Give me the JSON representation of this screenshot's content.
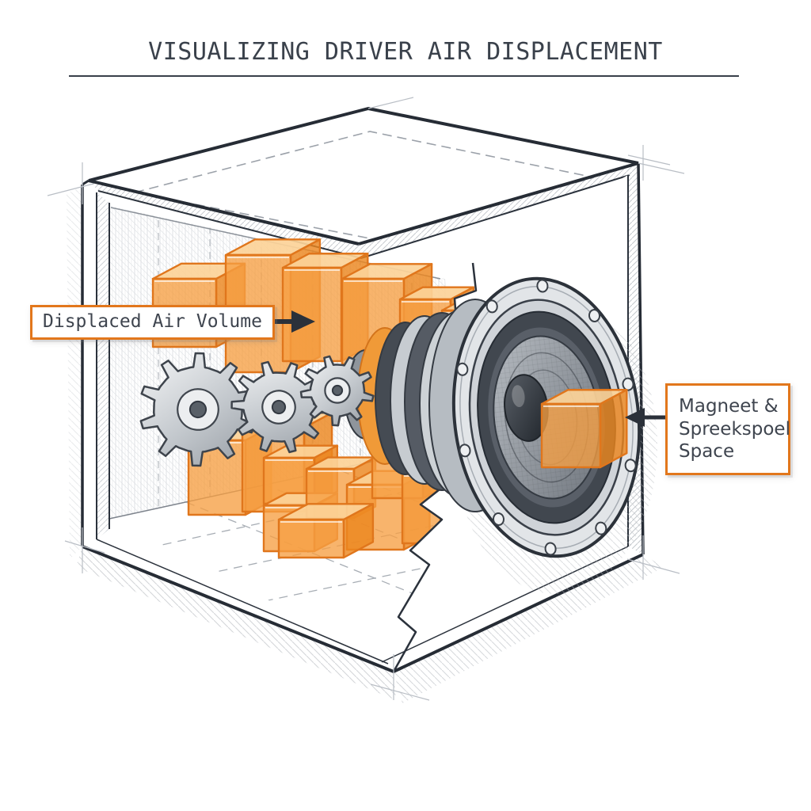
{
  "title": "VISUALIZING DRIVER AIR DISPLACEMENT",
  "labels": {
    "displaced_air": {
      "text": "Displaced Air Volume"
    },
    "magnet": {
      "lines": [
        "Magneet &",
        "Spreekspoel",
        "Space"
      ]
    }
  },
  "colors": {
    "accent_orange": "#E2771C",
    "cube_orange": "#F5A04B",
    "line_ink": "#2B323C",
    "text_dark": "#3A414B",
    "pencil_gray": "#9AA1A9"
  }
}
